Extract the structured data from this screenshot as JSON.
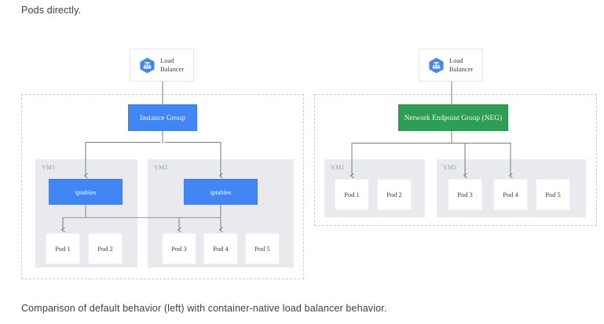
{
  "intro_text": "Pods directly.",
  "caption": "Comparison of default behavior (left) with container-native load balancer behavior.",
  "colors": {
    "instance_group_blue": "#4285f4",
    "neg_green": "#2e9e54",
    "vm_panel_gray": "#e8eaed",
    "connector_gray": "#80868b",
    "text_dark": "#3c4043",
    "vm_label_gray": "#9aa0a6"
  },
  "left_diagram": {
    "load_balancer": {
      "line1": "Load",
      "line2": "Balancer",
      "icon": "load-balancer-hexagon-icon"
    },
    "group": {
      "label": "Instance Group",
      "type": "instance-group"
    },
    "vms": [
      {
        "label": "VM1",
        "iptables": "iptables",
        "pods": [
          "Pod 1",
          "Pod 2"
        ]
      },
      {
        "label": "VM2",
        "iptables": "iptables",
        "pods": [
          "Pod 3",
          "Pod 4",
          "Pod 5"
        ]
      }
    ],
    "routed_pods": [
      "Pod 1",
      "Pod 3",
      "Pod 4"
    ]
  },
  "right_diagram": {
    "load_balancer": {
      "line1": "Load",
      "line2": "Balancer",
      "icon": "load-balancer-hexagon-icon"
    },
    "group": {
      "label": "Network Endpoint Group (NEG)",
      "type": "neg"
    },
    "vms": [
      {
        "label": "VM1",
        "pods": [
          "Pod 1",
          "Pod 2"
        ]
      },
      {
        "label": "VM2",
        "pods": [
          "Pod 3",
          "Pod 4",
          "Pod 5"
        ]
      }
    ],
    "routed_pods": [
      "Pod 1",
      "Pod 3",
      "Pod 4"
    ]
  }
}
